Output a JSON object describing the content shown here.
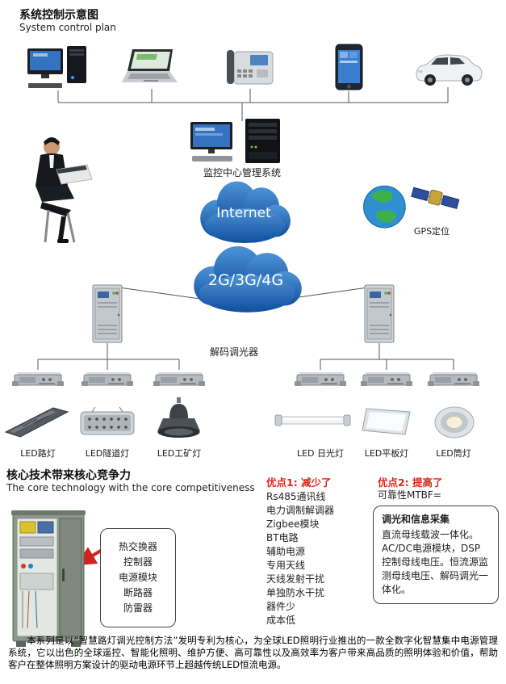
{
  "page": {
    "title": "系统控制示意图",
    "subtitle": "System control plan"
  },
  "colors": {
    "cloud_blue": "#0f4f9e",
    "accent_red": "#e1251b"
  },
  "diagram": {
    "monitoring_label": "监控中心管理系统",
    "internet_label": "Internet",
    "gps_label": "GPS定位",
    "network_label": "2G/3G/4G",
    "decoder_label": "解码调光器",
    "led_labels": [
      "LED路灯",
      "LED隧道灯",
      "LED工矿灯",
      "LED 日光灯",
      "LED平板灯",
      "LED筒灯"
    ]
  },
  "core_section": {
    "title": "核心技术带来核心竞争力",
    "subtitle": "The core technology with the core competitiveness",
    "component_box": [
      "热交换器",
      "控制器",
      "电源模块",
      "断路器",
      "防雷器"
    ],
    "advantage1": {
      "title": "优点1: 减少了",
      "items": [
        "Rs485通讯线",
        "电力调制解调器",
        "Zigbee模块",
        "BT电路",
        "辅助电源",
        "专用天线",
        "天线发射干扰",
        "单独防水干扰",
        "器件少",
        "成本低"
      ]
    },
    "advantage2": {
      "title": "优点2: 提高了",
      "reliability": "可靠性MTBF=",
      "box_title": "调光和信息采集",
      "box_text": "直流母线载波一体化。AC/DC电源模块，DSP控制母线电压。恒流源监测母线电压、解码调光一体化。"
    }
  },
  "footer": {
    "paragraph": "本系列是以“智慧路灯调光控制方法”发明专利为核心，为全球LED照明行业推出的一款全数字化智慧集中电源管理系统，它以出色的全球遥控、智能化照明、维护方便、高可靠性以及高效率为客户带来高品质的照明体验和价值，帮助客户在整体照明方案设计的驱动电源环节上超越传统LED恒流电源。"
  }
}
